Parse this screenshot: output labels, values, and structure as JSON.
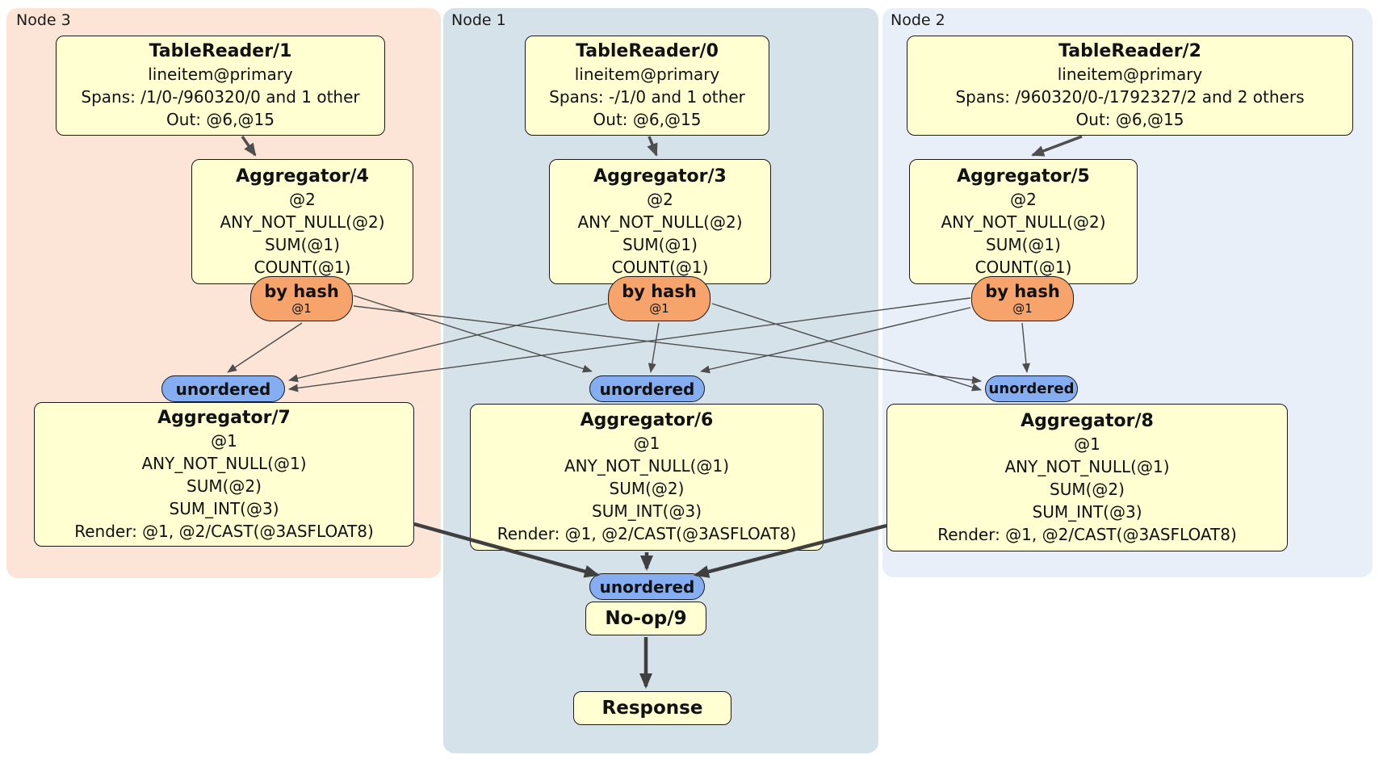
{
  "node_groups": [
    {
      "label": "Node 3"
    },
    {
      "label": "Node 1"
    },
    {
      "label": "Node 2"
    }
  ],
  "processors": {
    "tablereader1": {
      "title": "TableReader/1",
      "rows": [
        "lineitem@primary",
        "Spans: /1/0-/960320/0 and 1 other",
        "Out: @6,@15"
      ]
    },
    "tablereader0": {
      "title": "TableReader/0",
      "rows": [
        "lineitem@primary",
        "Spans: -/1/0 and 1 other",
        "Out: @6,@15"
      ]
    },
    "tablereader2": {
      "title": "TableReader/2",
      "rows": [
        "lineitem@primary",
        "Spans: /960320/0-/1792327/2 and 2 others",
        "Out: @6,@15"
      ]
    },
    "aggregator4": {
      "title": "Aggregator/4",
      "rows": [
        "@2",
        "ANY_NOT_NULL(@2)",
        "SUM(@1)",
        "COUNT(@1)"
      ]
    },
    "aggregator3": {
      "title": "Aggregator/3",
      "rows": [
        "@2",
        "ANY_NOT_NULL(@2)",
        "SUM(@1)",
        "COUNT(@1)"
      ]
    },
    "aggregator5": {
      "title": "Aggregator/5",
      "rows": [
        "@2",
        "ANY_NOT_NULL(@2)",
        "SUM(@1)",
        "COUNT(@1)"
      ]
    },
    "aggregator7": {
      "title": "Aggregator/7",
      "rows": [
        "@1",
        "ANY_NOT_NULL(@1)",
        "SUM(@2)",
        "SUM_INT(@3)",
        "Render: @1, @2/CAST(@3ASFLOAT8)"
      ]
    },
    "aggregator6": {
      "title": "Aggregator/6",
      "rows": [
        "@1",
        "ANY_NOT_NULL(@1)",
        "SUM(@2)",
        "SUM_INT(@3)",
        "Render: @1, @2/CAST(@3ASFLOAT8)"
      ]
    },
    "aggregator8": {
      "title": "Aggregator/8",
      "rows": [
        "@1",
        "ANY_NOT_NULL(@1)",
        "SUM(@2)",
        "SUM_INT(@3)",
        "Render: @1, @2/CAST(@3ASFLOAT8)"
      ]
    },
    "noop": {
      "title": "No-op/9"
    },
    "response": {
      "title": "Response"
    }
  },
  "router": {
    "label": "by hash",
    "detail": "@1"
  },
  "stream": {
    "unordered": "unordered"
  },
  "colors": {
    "node3_bg": "#fce4d6",
    "node1_bg": "#d5e2ea",
    "node2_bg": "#e9eff8",
    "processor_fill": "#ffffd1",
    "router_fill": "#f6a46c",
    "stream_fill": "#85aef2",
    "edge": "#4d4d4d",
    "edge_thick": "#3f3f3f",
    "border": "#1a1a1a",
    "text": "#111111"
  }
}
